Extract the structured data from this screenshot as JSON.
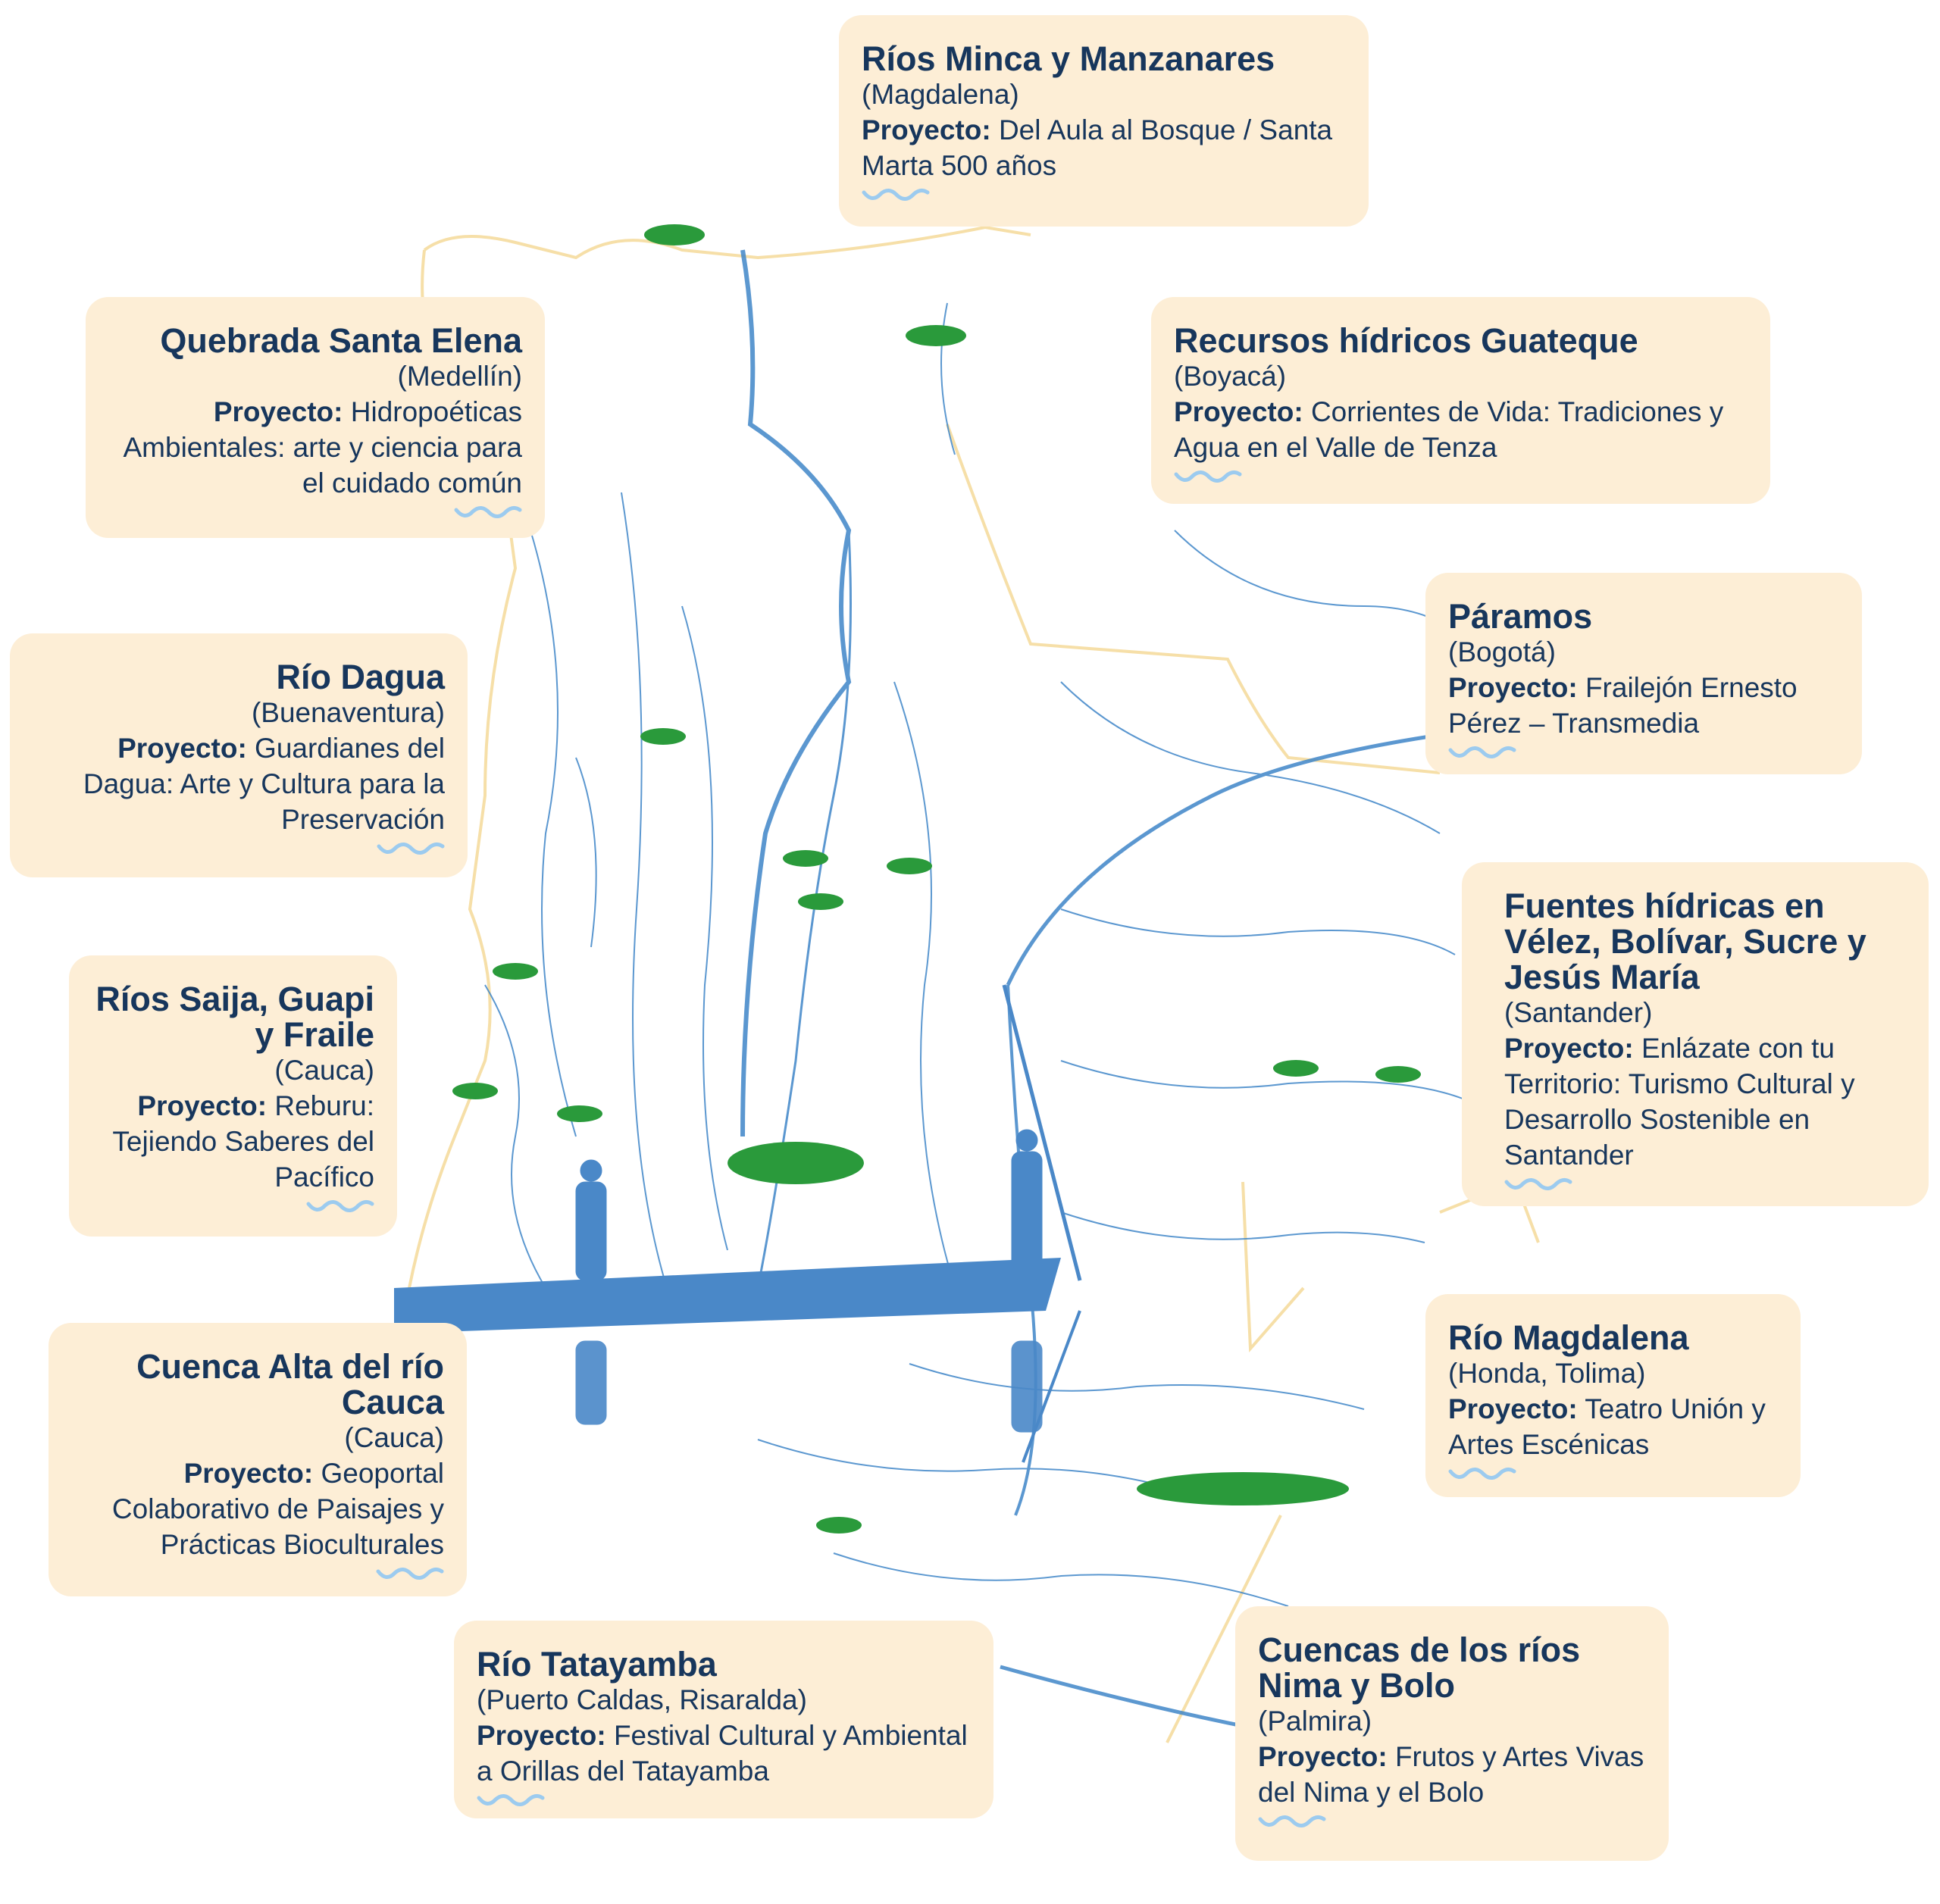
{
  "colors": {
    "card_bg": "#fdeed6",
    "text": "#17365c",
    "river": "#3f86c8",
    "fish": "#2a9a3b",
    "border": "#f6dfa8",
    "wave": "#9ccbef"
  },
  "project_prefix": "Proyecto:",
  "cards": [
    {
      "title": "Ríos Minca y Manzanares",
      "region": "(Magdalena)",
      "project": "Del Aula al Bosque / Santa Marta 500 años"
    },
    {
      "title": "Quebrada Santa Elena",
      "region": "(Medellín)",
      "project": "Hidropoéticas Ambientales: arte y ciencia para el cuidado común"
    },
    {
      "title": "Recursos hídricos Guateque",
      "region": "(Boyacá)",
      "project": "Corrientes de Vida: Tradiciones y Agua en el Valle de Tenza"
    },
    {
      "title": "Páramos",
      "region": "(Bogotá)",
      "project": "Frailejón Ernesto Pérez – Transmedia"
    },
    {
      "title": "Río Dagua",
      "region": "(Buenaventura)",
      "project": "Guardianes del Dagua: Arte y Cultura para la Preservación"
    },
    {
      "title": "Fuentes hídricas en Vélez, Bolívar, Sucre y Jesús María",
      "region": "(Santander)",
      "project": "Enlázate con tu Territorio: Turismo Cultural y Desarrollo Sostenible en Santander"
    },
    {
      "title": "Ríos Saija, Guapi y Fraile",
      "region": "(Cauca)",
      "project": "Reburu: Tejiendo Saberes del Pacífico"
    },
    {
      "title": "Cuenca Alta del río Cauca",
      "region": "(Cauca)",
      "project": "Geoportal Colaborativo de Paisajes y Prácticas Bioculturales"
    },
    {
      "title": "Río Magdalena",
      "region": "(Honda, Tolima)",
      "project": "Teatro Unión y Artes Escénicas"
    },
    {
      "title": "Río Tatayamba",
      "region": "(Puerto Caldas, Risaralda)",
      "project": "Festival Cultural y Ambiental a Orillas del Tatayamba"
    },
    {
      "title": "Cuencas de los ríos Nima y Bolo",
      "region": "(Palmira)",
      "project": "Frutos y Artes Vivas del Nima y el Bolo"
    }
  ]
}
